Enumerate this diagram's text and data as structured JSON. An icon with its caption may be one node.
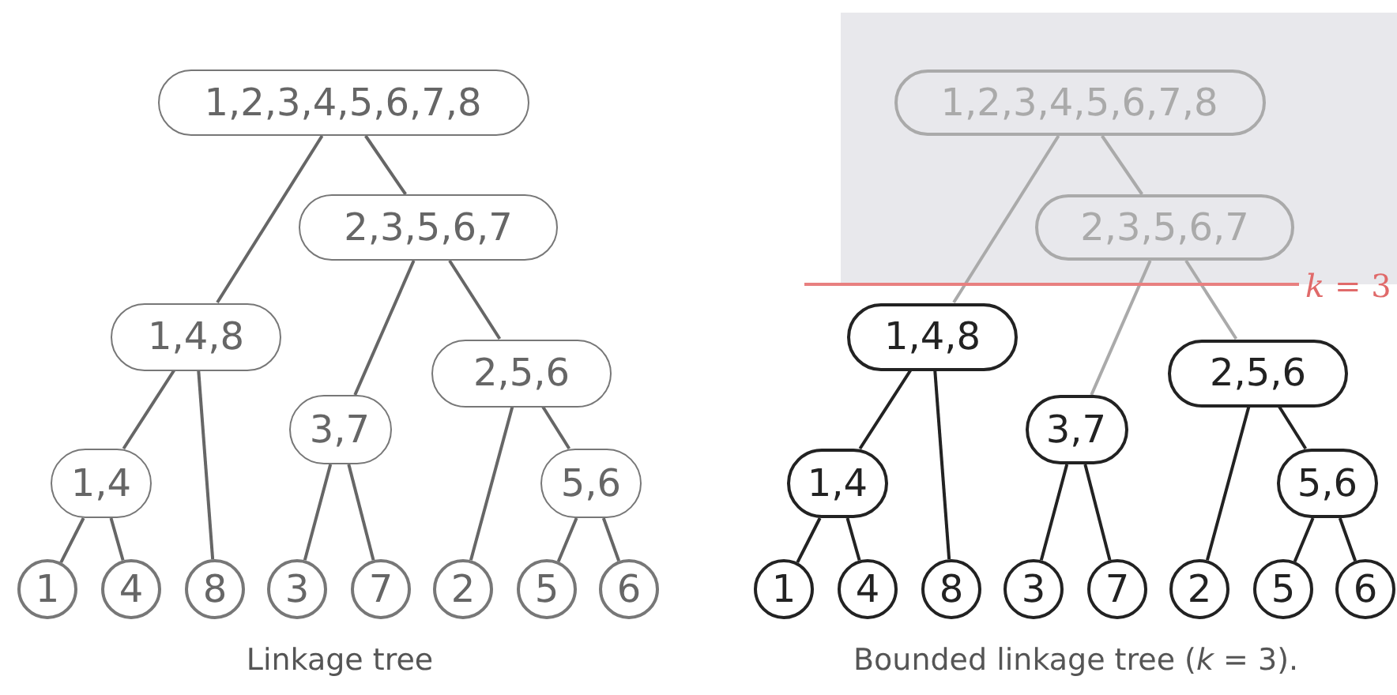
{
  "diagram": {
    "nodes": [
      {
        "text": [
          "1,2,3,4,5,6,7,8"
        ]
      },
      {
        "text": [
          "2,3,5,6,7"
        ]
      },
      {
        "text": [
          "1,4,8"
        ]
      },
      {
        "text": [
          "2,5,6"
        ]
      },
      {
        "text": [
          "3,7"
        ]
      },
      {
        "text": [
          "1,4"
        ]
      },
      {
        "text": [
          "5,6"
        ]
      },
      {
        "text": [
          "1"
        ]
      },
      {
        "text": [
          "4"
        ]
      },
      {
        "text": [
          "8"
        ]
      },
      {
        "text": [
          "3"
        ]
      },
      {
        "text": [
          "7"
        ]
      },
      {
        "text": [
          "2"
        ]
      },
      {
        "text": [
          "5"
        ]
      },
      {
        "text": [
          "6"
        ]
      },
      {
        "text": [
          "1,2,3,4,5,6,7,8"
        ]
      },
      {
        "text": [
          "2,3,5,6,7"
        ]
      },
      {
        "text": [
          "1,4,8"
        ]
      },
      {
        "text": [
          "2,5,6"
        ]
      },
      {
        "text": [
          "3,7"
        ]
      },
      {
        "text": [
          "1,4"
        ]
      },
      {
        "text": [
          "5,6"
        ]
      },
      {
        "text": [
          "1"
        ]
      },
      {
        "text": [
          "4"
        ]
      },
      {
        "text": [
          "8"
        ]
      },
      {
        "text": [
          "3"
        ]
      },
      {
        "text": [
          "7"
        ]
      },
      {
        "text": [
          "2"
        ]
      },
      {
        "text": [
          "5"
        ]
      },
      {
        "text": [
          "6"
        ]
      }
    ],
    "edges": [
      {
        "from": 0,
        "to": 2,
        "arrow": "none"
      },
      {
        "from": 0,
        "to": 1,
        "arrow": "none"
      },
      {
        "from": 1,
        "to": 4,
        "arrow": "none"
      },
      {
        "from": 1,
        "to": 3,
        "arrow": "none"
      },
      {
        "from": 2,
        "to": 5,
        "arrow": "none"
      },
      {
        "from": 2,
        "to": 9,
        "arrow": "none"
      },
      {
        "from": 5,
        "to": 7,
        "arrow": "none"
      },
      {
        "from": 5,
        "to": 8,
        "arrow": "none"
      },
      {
        "from": 4,
        "to": 10,
        "arrow": "none"
      },
      {
        "from": 4,
        "to": 11,
        "arrow": "none"
      },
      {
        "from": 3,
        "to": 12,
        "arrow": "none"
      },
      {
        "from": 3,
        "to": 6,
        "arrow": "none"
      },
      {
        "from": 6,
        "to": 13,
        "arrow": "none"
      },
      {
        "from": 6,
        "to": 14,
        "arrow": "none"
      },
      {
        "from": 15,
        "to": 17,
        "arrow": "none",
        "color": "#aaaaaa"
      },
      {
        "from": 15,
        "to": 16,
        "arrow": "none",
        "color": "#aaaaaa"
      },
      {
        "from": 16,
        "to": 19,
        "arrow": "none",
        "color": "#aaaaaa"
      },
      {
        "from": 16,
        "to": 18,
        "arrow": "none",
        "color": "#aaaaaa"
      },
      {
        "from": 17,
        "to": 20,
        "arrow": "none",
        "color": "#222222"
      },
      {
        "from": 17,
        "to": 24,
        "arrow": "none",
        "color": "#222222"
      },
      {
        "from": 20,
        "to": 22,
        "arrow": "none",
        "color": "#222222"
      },
      {
        "from": 20,
        "to": 23,
        "arrow": "none",
        "color": "#222222"
      },
      {
        "from": 19,
        "to": 25,
        "arrow": "none",
        "color": "#222222"
      },
      {
        "from": 19,
        "to": 26,
        "arrow": "none",
        "color": "#222222"
      },
      {
        "from": 18,
        "to": 27,
        "arrow": "none",
        "color": "#222222"
      },
      {
        "from": 18,
        "to": 21,
        "arrow": "none",
        "color": "#222222"
      },
      {
        "from": 21,
        "to": 28,
        "arrow": "none",
        "color": "#222222"
      },
      {
        "from": 21,
        "to": 29,
        "arrow": "none",
        "color": "#222222"
      }
    ],
    "labels": [
      "*k* = 3",
      "Linkage tree",
      "Bounded linkage tree (*k* = 3)."
    ]
  }
}
